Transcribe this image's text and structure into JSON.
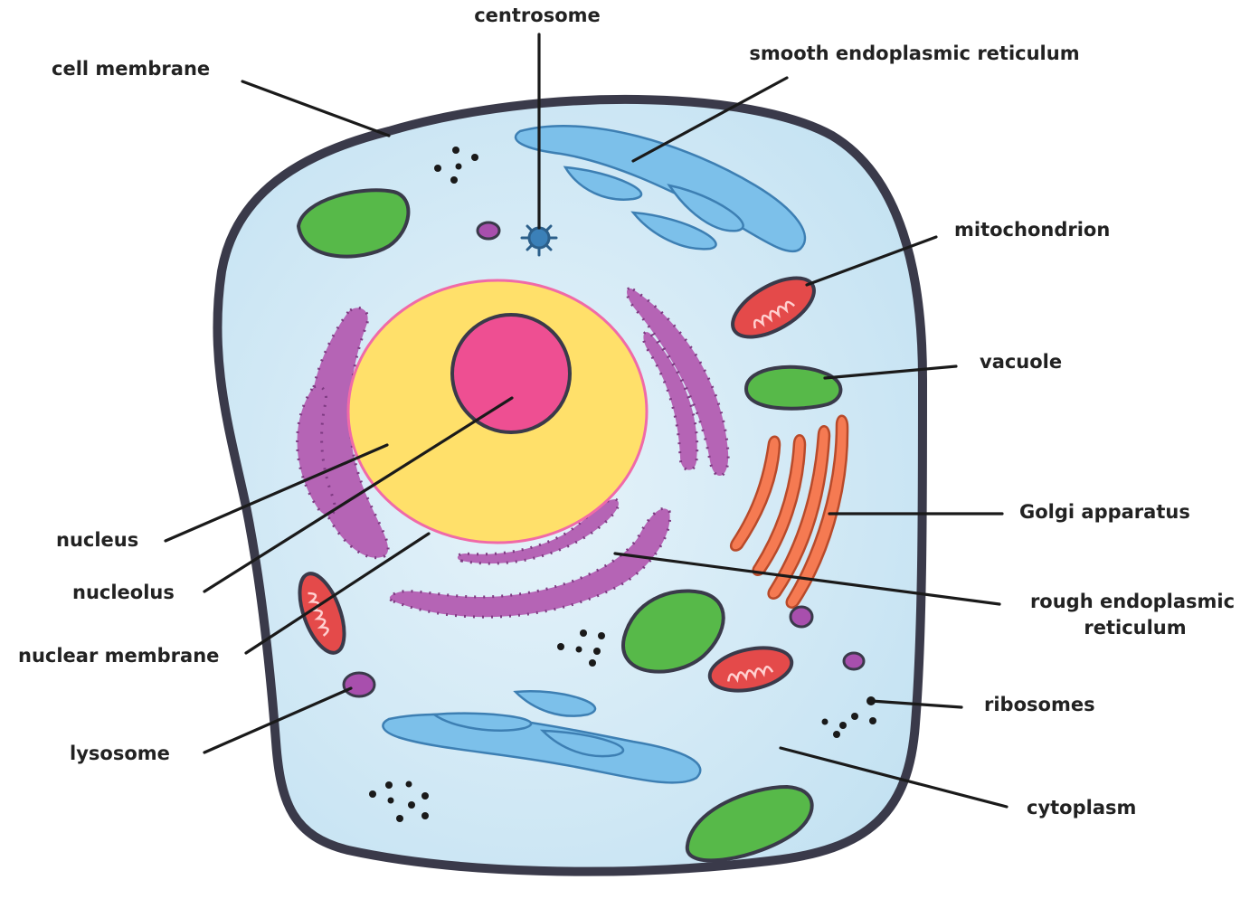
{
  "labels": {
    "centrosome": "centrosome",
    "cell_membrane": "cell membrane",
    "smooth_er": "smooth endoplasmic reticulum",
    "mitochondrion": "mitochondrion",
    "vacuole": "vacuole",
    "golgi": "Golgi apparatus",
    "rough_er_line1": "rough endoplasmic",
    "rough_er_line2": "reticulum",
    "ribosomes": "ribosomes",
    "cytoplasm": "cytoplasm",
    "nucleus": "nucleus",
    "nucleolus": "nucleolus",
    "nuclear_membrane": "nuclear membrane",
    "lysosome": "lysosome"
  },
  "colors": {
    "membrane_outline": "#3a3a4a",
    "cytoplasm_fill": "#c8e4f2",
    "cytoplasm_light": "#e6f3fa",
    "nucleus_fill": "#ffe06a",
    "nuclear_membrane": "#f06aa8",
    "nucleolus_fill": "#ee4f92",
    "rough_er": "#b564b5",
    "smooth_er": "#7cc0ea",
    "mitochondrion": "#e44a4a",
    "vacuole": "#57b949",
    "golgi": "#f57a52",
    "lysosome": "#a84fad",
    "centrosome": "#3b80b8",
    "ribosome": "#1a1a1a"
  }
}
